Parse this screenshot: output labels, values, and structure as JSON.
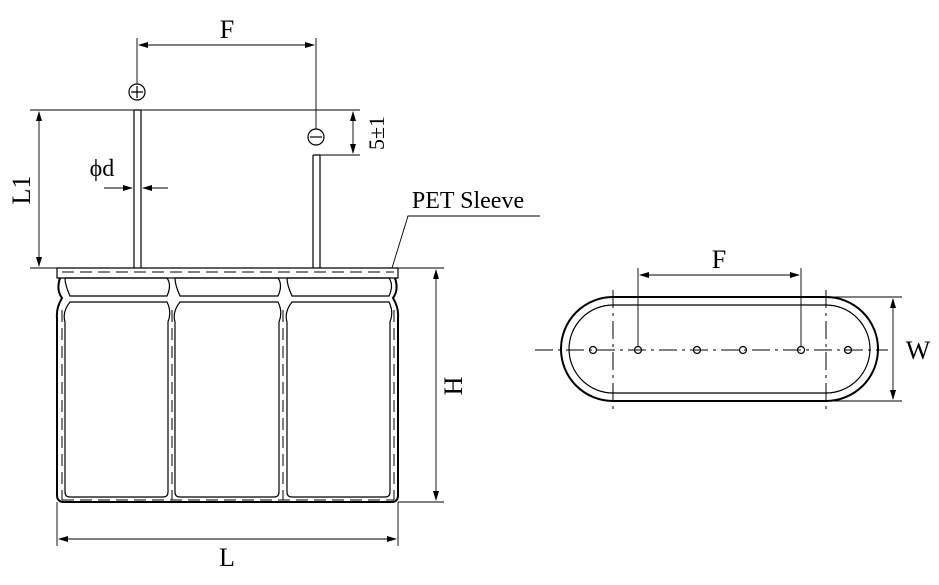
{
  "labels": {
    "dim_f_side": "F",
    "dim_l1": "L1",
    "dim_pd": "ϕd",
    "dim_5": "5±1",
    "pet_sleeve": "PET  Sleeve",
    "dim_h": "H",
    "dim_l": "L",
    "dim_f_top": "F",
    "dim_w": "W"
  },
  "colors": {
    "line": "#000000",
    "background": "#ffffff"
  }
}
